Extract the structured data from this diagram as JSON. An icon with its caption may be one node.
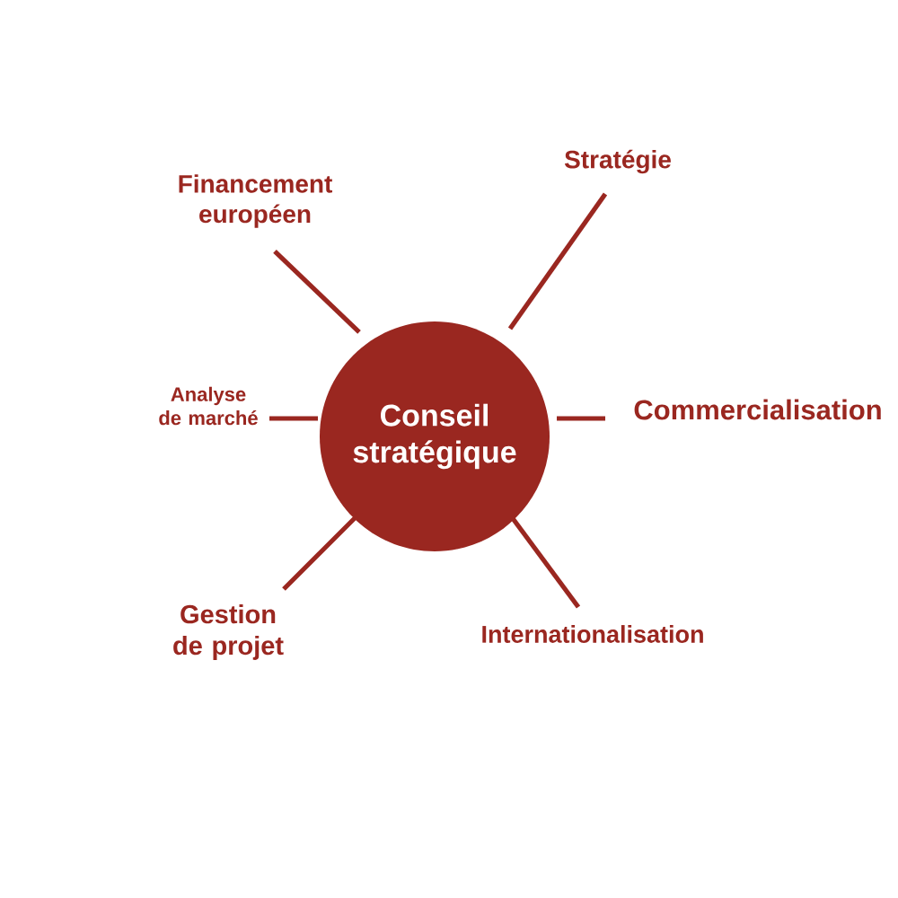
{
  "diagram": {
    "nodes": [
      {
        "text": [
          "Conseil stratégique"
        ]
      },
      {
        "text": [
          "Stratégie"
        ]
      },
      {
        "text": [
          "Commercialisation"
        ]
      },
      {
        "text": [
          "Internationalisation"
        ]
      },
      {
        "text": [
          "Gestion de projet"
        ]
      },
      {
        "text": [
          "Analyse de marché"
        ]
      },
      {
        "text": [
          "Financement européen"
        ]
      }
    ],
    "edges": [
      {
        "from": 0,
        "to": 1,
        "arrow": "none"
      },
      {
        "from": 0,
        "to": 2,
        "arrow": "none"
      },
      {
        "from": 0,
        "to": 3,
        "arrow": "none"
      },
      {
        "from": 0,
        "to": 4,
        "arrow": "none"
      },
      {
        "from": 0,
        "to": 5,
        "arrow": "none"
      },
      {
        "from": 0,
        "to": 6,
        "arrow": "none"
      }
    ]
  }
}
